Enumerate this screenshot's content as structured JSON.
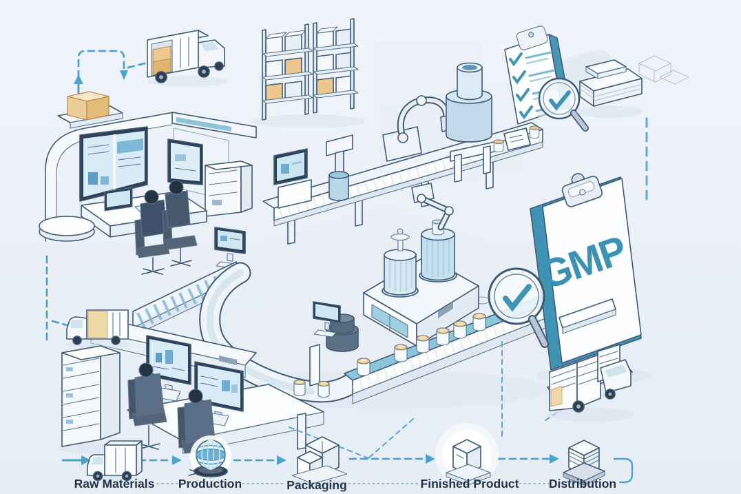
{
  "scene": {
    "subject": "GMP pharmaceutical manufacturing facility illustration",
    "style": "isometric hand-drawn",
    "colors": {
      "background_top": "#f0f4fa",
      "background_bottom": "#e6edf5",
      "outline": "#3d5a78",
      "accent_teal": "#3f93b5",
      "arrow_blue": "#4da3cc",
      "screen_blue": "#d8ecf7",
      "carton_tan": "#ecc88f",
      "belt_teal": "#8cc6da",
      "label_ink": "#22344a"
    }
  },
  "gmp_board": {
    "label": "GMP"
  },
  "flow": {
    "connector_style": "dashed-arrow",
    "steps": [
      {
        "label": "Raw Materials",
        "icon": "delivery-truck-icon"
      },
      {
        "label": "Production",
        "icon": "globe-icon"
      },
      {
        "label": "Packaging",
        "icon": "stacked-boxes-icon"
      },
      {
        "label": "Finished Product",
        "icon": "highlighted-box-icon"
      },
      {
        "label": "Distribution",
        "icon": "pallet-stack-icon"
      }
    ]
  }
}
